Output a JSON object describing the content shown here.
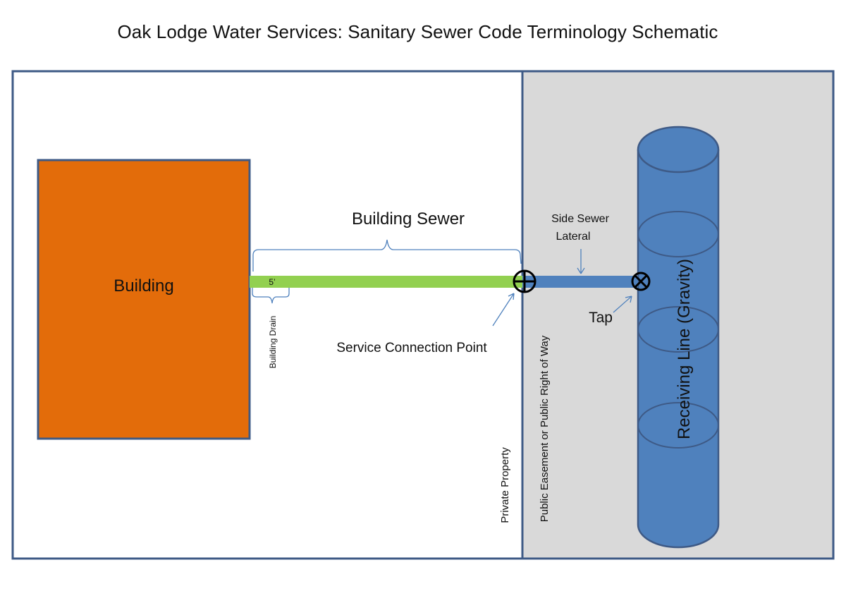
{
  "title": "Oak Lodge Water Services: Sanitary Sewer Code Terminology Schematic",
  "colors": {
    "building": "#E36C0A",
    "building_drain_pipe": "#92D050",
    "lateral_pipe": "#4F81BD",
    "receiving_line": "#4F81BD",
    "public_zone": "#D9D9D9",
    "private_zone": "#FFFFFF",
    "outline": "#3E5A86",
    "bracket": "#4F81BD"
  },
  "zones": {
    "private": {
      "label": "Private Property"
    },
    "public": {
      "label": "Public Easement or Public Right of Way"
    }
  },
  "labels": {
    "building": "Building",
    "building_sewer": "Building Sewer",
    "building_drain": "Building Drain",
    "building_drain_length": "5’",
    "service_connection_point": "Service Connection Point",
    "side_sewer_line1": "Side Sewer",
    "side_sewer_line2": "Lateral",
    "tap": "Tap",
    "receiving_line": "Receiving Line (Gravity)"
  },
  "symbols": {
    "service_connection": "circle-plus-icon",
    "tap": "circle-x-icon"
  }
}
